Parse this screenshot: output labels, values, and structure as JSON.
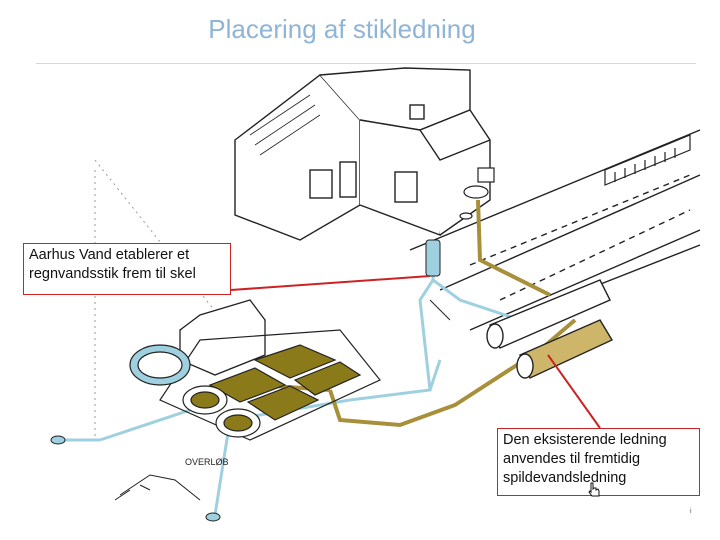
{
  "slide": {
    "title": "Placering af stikledning",
    "callout_left": [
      "Aarhus Vand etablerer et",
      "regnvandsstik frem til skel"
    ],
    "callout_right": [
      "Den eksisterende ledning",
      "anvendes til fremtidig",
      "spildevandsledning"
    ],
    "diagram_label_overflow": "OVERLØB",
    "slide_marker": "i"
  },
  "colors": {
    "title": "#8fb4d6",
    "callout_border": "#cc2222",
    "rain_pipe": "#9fd0df",
    "waste_pipe": "#a88f3a",
    "basin_olive": "#8a7a1a"
  },
  "icons": {
    "cursor": "hand-pointer-icon"
  }
}
